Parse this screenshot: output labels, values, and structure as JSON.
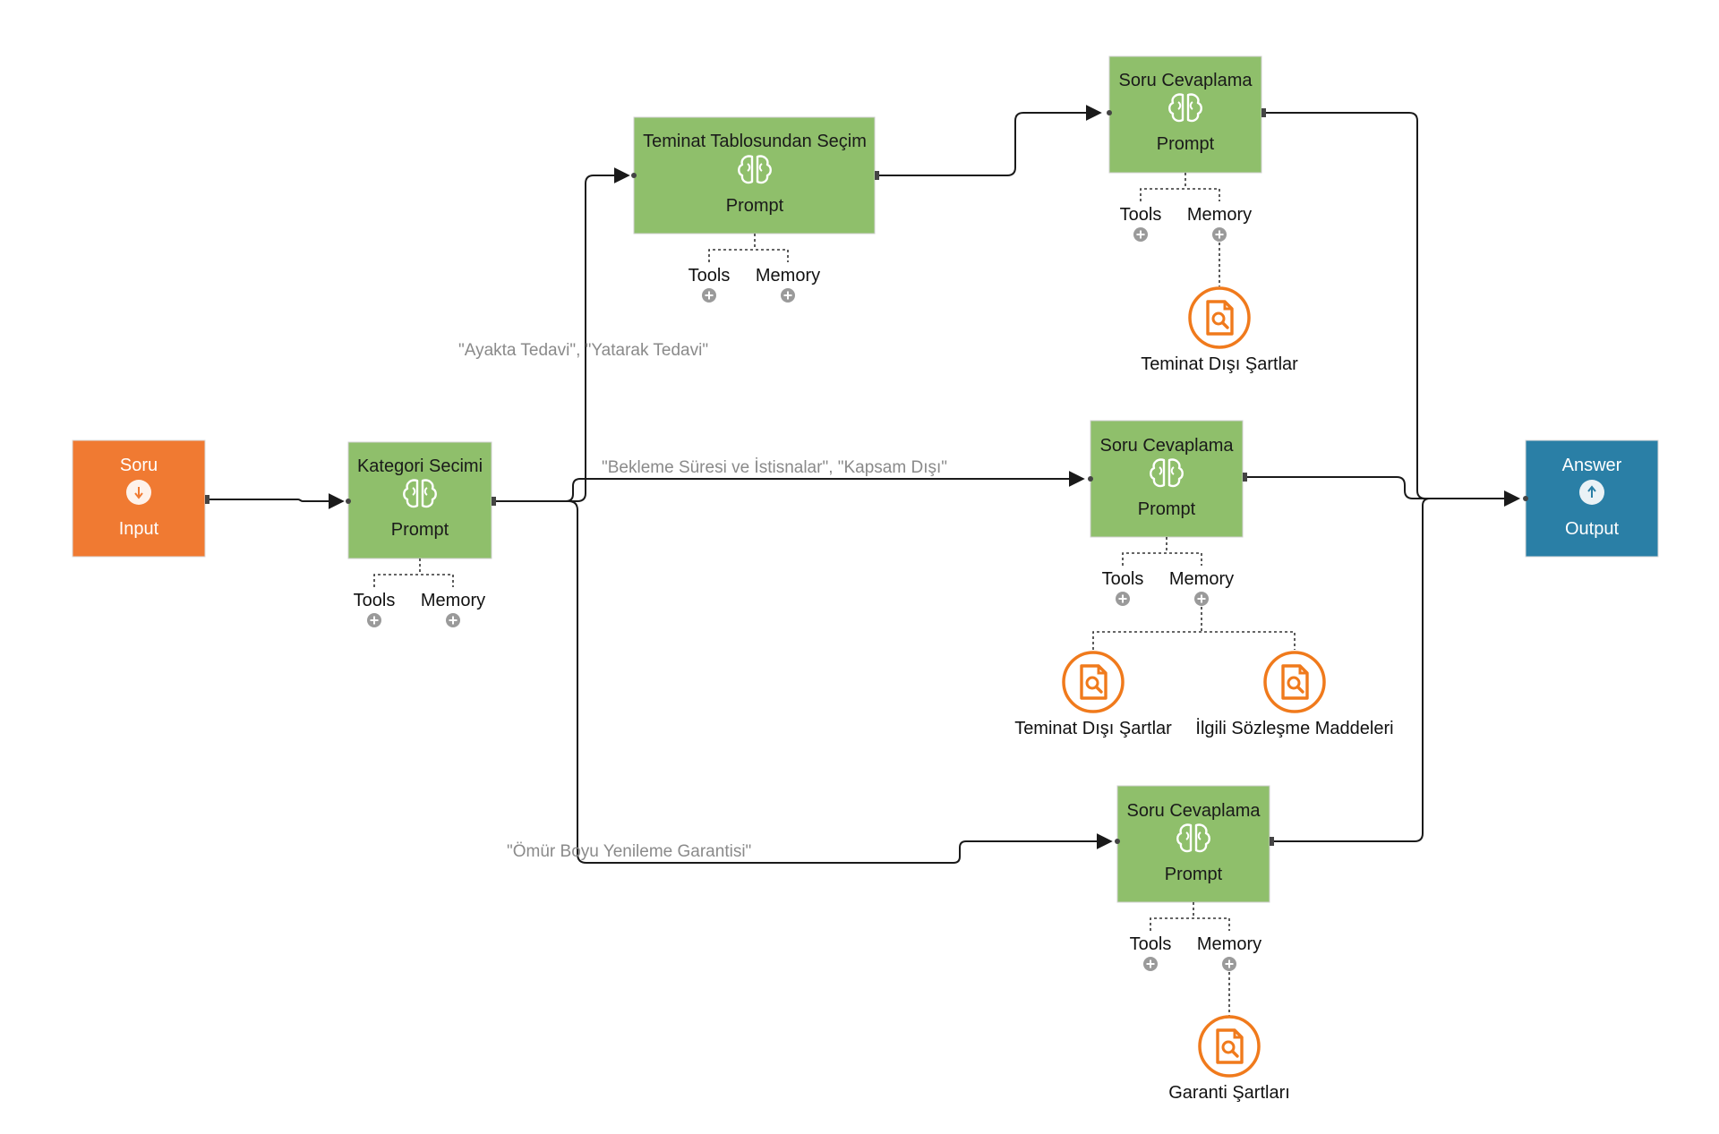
{
  "nodes": {
    "input": {
      "title": "Soru",
      "subtitle": "Input",
      "color": "#f07a32",
      "icon": "arrow-down-circle-icon"
    },
    "kategori": {
      "title": "Kategori Secimi",
      "subtitle": "Prompt",
      "icon": "brain-icon"
    },
    "teminat_tablo": {
      "title": "Teminat Tablosundan Seçim",
      "subtitle": "Prompt",
      "icon": "brain-icon"
    },
    "soru1": {
      "title": "Soru Cevaplama",
      "subtitle": "Prompt",
      "icon": "brain-icon"
    },
    "soru2": {
      "title": "Soru Cevaplama",
      "subtitle": "Prompt",
      "icon": "brain-icon"
    },
    "soru3": {
      "title": "Soru Cevaplama",
      "subtitle": "Prompt",
      "icon": "brain-icon"
    },
    "output": {
      "title": "Answer",
      "subtitle": "Output",
      "color": "#2a7fa6",
      "icon": "arrow-up-circle-icon"
    }
  },
  "slots": {
    "tools": "Tools",
    "memory": "Memory"
  },
  "memories": {
    "m1": "Teminat Dışı Şartlar",
    "m2a": "Teminat Dışı Şartlar",
    "m2b": "İlgili Sözleşme Maddeleri",
    "m3": "Garanti Şartları"
  },
  "edge_labels": {
    "e1": "\"Ayakta Tedavi\", \"Yatarak Tedavi\"",
    "e2": "\"Bekleme Süresi ve İstisnalar\", \"Kapsam Dışı\"",
    "e3": "\"Ömür Boyu Yenileme Garantisi\""
  },
  "colors": {
    "prompt_node": "#8fbf6b",
    "memory_icon": "#f07a1c",
    "plus_icon": "#9a9a9a"
  }
}
